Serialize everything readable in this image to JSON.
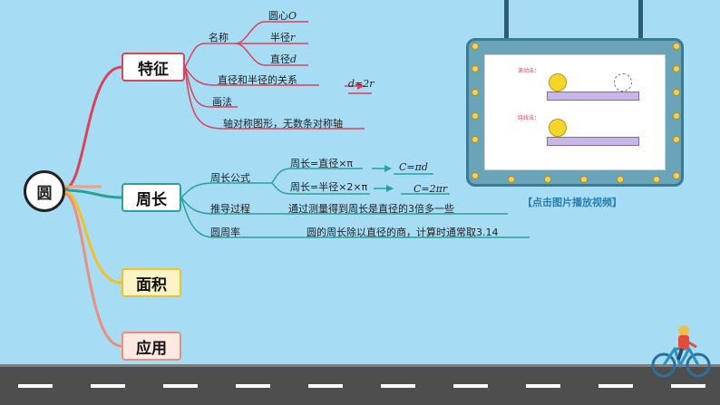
{
  "center": "圆",
  "branches": {
    "feature": "特征",
    "perimeter": "周长",
    "area": "面积",
    "application": "应用"
  },
  "feature": {
    "names": "名称",
    "center_point": "圆心",
    "center_symbol": "O",
    "radius": "半径",
    "radius_symbol": "r",
    "diameter": "直径",
    "diameter_symbol": "d",
    "relation": "直径和半径的关系",
    "relation_formula": "d=2r",
    "drawing": "画法",
    "symmetry": "轴对称图形，无数条对称轴"
  },
  "perimeter": {
    "formula_title": "周长公式",
    "formula_1": "周长=直径×π",
    "formula_1_math": "C=πd",
    "formula_2": "周长=半径×2×π",
    "formula_2_math": "C=2πr",
    "derivation": "推导过程",
    "derivation_text": "通过测量得到周长是直径的3倍多一些",
    "pi": "圆周率",
    "pi_text": "圆的周长除以直径的商，计算时通常取3.14"
  },
  "video": {
    "method_1": "滚动法：",
    "method_2": "绕线法：",
    "caption": "【点击图片播放视频】"
  },
  "colors": {
    "feature": "#d9435b",
    "perimeter": "#2ba298",
    "area": "#f3bf2b",
    "application": "#e8907c",
    "sky": "#a7dcf5"
  }
}
